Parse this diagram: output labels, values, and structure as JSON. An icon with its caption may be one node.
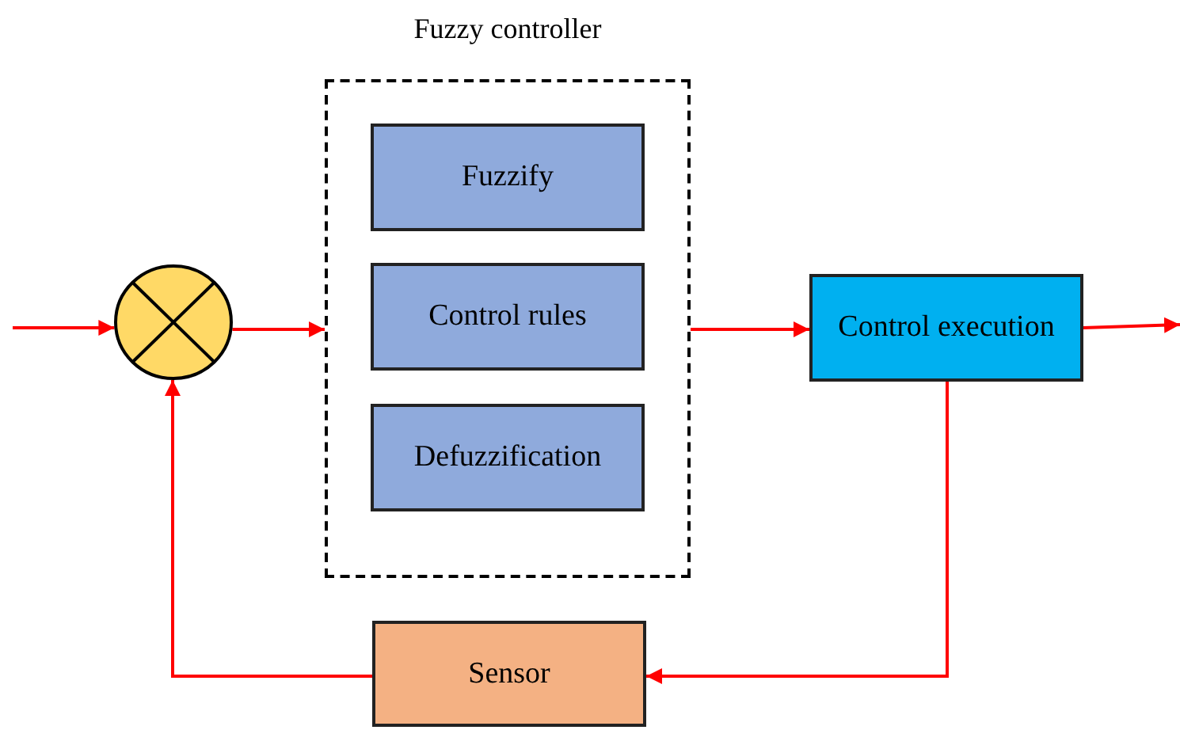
{
  "diagram": {
    "nodes": [
      {
        "text": [
          "Fuzzy controller"
        ]
      },
      {
        "text": [
          "Fuzzify"
        ],
        "in": 0
      },
      {
        "text": [
          "Control rules"
        ],
        "in": 0
      },
      {
        "text": [
          "Defuzzification"
        ],
        "in": 0
      },
      {
        "text": [
          "Control execution"
        ]
      },
      {
        "text": [
          "Sensor"
        ]
      },
      {
        "text": [],
        "shape": "circle"
      }
    ],
    "edges": [
      {
        "from": null,
        "to": 6,
        "arrow": "to"
      },
      {
        "from": 6,
        "to": 0,
        "arrow": "to"
      },
      {
        "from": 0,
        "to": 4,
        "arrow": "to"
      },
      {
        "from": 4,
        "to": null,
        "arrow": "to"
      },
      {
        "from": 4,
        "to": 5,
        "arrow": "to"
      },
      {
        "from": 5,
        "to": 6,
        "arrow": "to"
      }
    ]
  }
}
